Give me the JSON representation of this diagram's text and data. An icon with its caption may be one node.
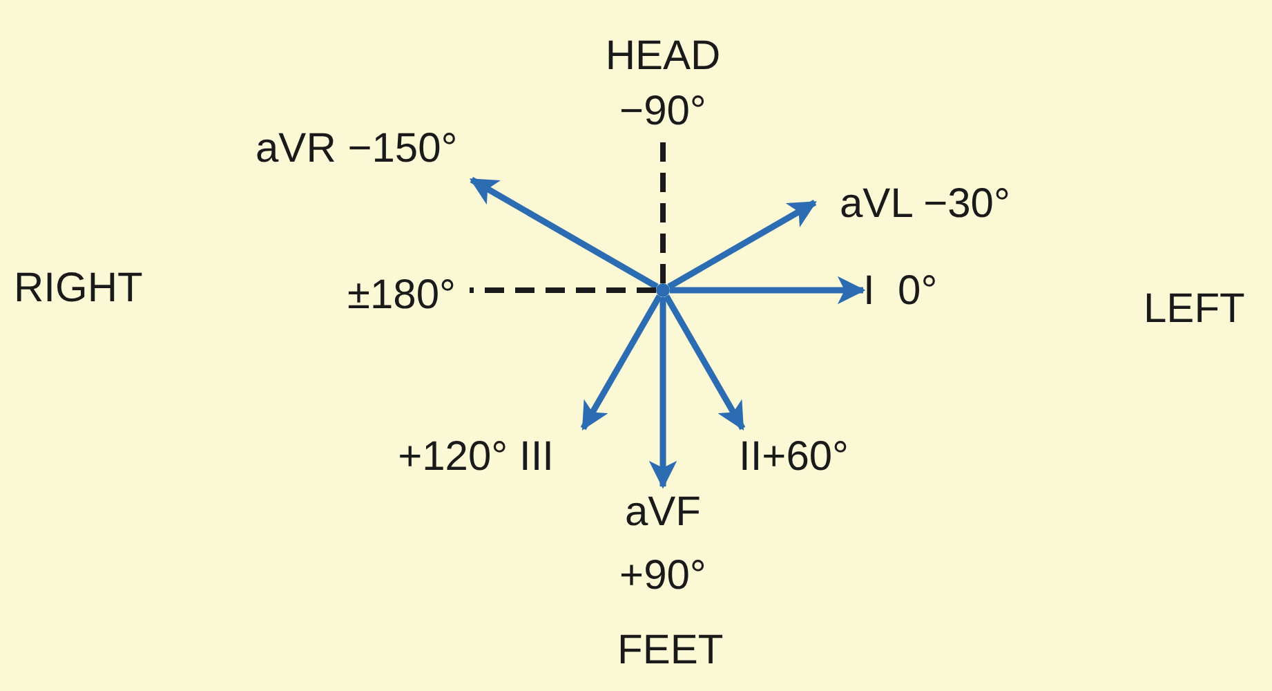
{
  "diagram": {
    "nodes": [
      {
        "text": [
          "HEAD",
          "−90°"
        ]
      },
      {
        "text": [
          "aVR −150°"
        ]
      },
      {
        "text": [
          "aVL −30°"
        ]
      },
      {
        "text": [
          "±180°"
        ]
      },
      {
        "text": [
          "I  0°"
        ]
      },
      {
        "text": [
          "+120° III"
        ]
      },
      {
        "text": [
          "aVF",
          "+90°"
        ]
      },
      {
        "text": [
          "II+60°"
        ]
      },
      {
        "text": [],
        "shape": "dot"
      }
    ],
    "edges": [
      {
        "from": 8,
        "to": 0,
        "arrow": "none",
        "style": "dashed",
        "color": "#1a1a1a"
      },
      {
        "from": 8,
        "to": 1,
        "arrow": "to"
      },
      {
        "from": 8,
        "to": 2,
        "arrow": "to"
      },
      {
        "from": 8,
        "to": 3,
        "arrow": "none",
        "style": "dashed",
        "color": "#1a1a1a"
      },
      {
        "from": 8,
        "to": 4,
        "arrow": "to"
      },
      {
        "from": 8,
        "to": 5,
        "arrow": "to"
      },
      {
        "from": 8,
        "to": 6,
        "arrow": "to"
      },
      {
        "from": 8,
        "to": 7,
        "arrow": "to"
      }
    ],
    "labels": [
      "RIGHT",
      "LEFT",
      "FEET"
    ]
  }
}
